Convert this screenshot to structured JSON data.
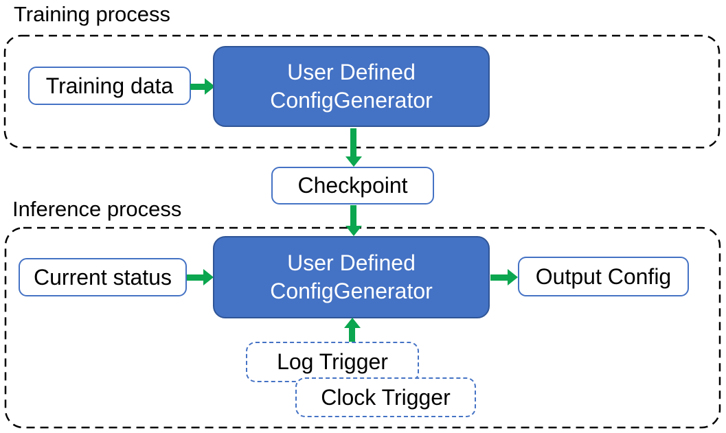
{
  "colors": {
    "generator-fill": "#4472C4",
    "generator-border": "#2F5597",
    "box-border": "#4472C4",
    "trigger-border": "#4472C4",
    "arrow-green": "#0BA64F",
    "outline-black": "#000000",
    "text-black": "#000000",
    "text-white": "#FFFFFF"
  },
  "training": {
    "title": "Training process",
    "input_box": "Training data",
    "generator": {
      "line1": "User Defined",
      "line2": "ConfigGenerator"
    }
  },
  "checkpoint": {
    "label": "Checkpoint"
  },
  "inference": {
    "title": "Inference process",
    "input_box": "Current status",
    "generator": {
      "line1": "User Defined",
      "line2": "ConfigGenerator"
    },
    "output_box": "Output Config",
    "triggers": {
      "log": "Log Trigger",
      "clock": "Clock Trigger"
    }
  }
}
